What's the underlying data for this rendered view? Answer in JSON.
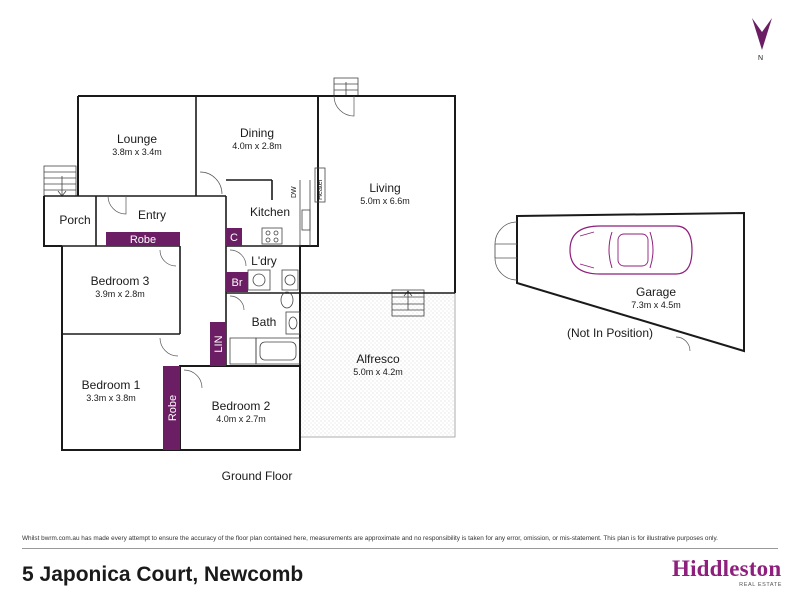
{
  "rooms": {
    "lounge": {
      "name": "Lounge",
      "dims": "3.8m x 3.4m"
    },
    "dining": {
      "name": "Dining",
      "dims": "4.0m x 2.8m"
    },
    "living": {
      "name": "Living",
      "dims": "5.0m x 6.6m"
    },
    "porch": {
      "name": "Porch"
    },
    "entry": {
      "name": "Entry"
    },
    "kitchen": {
      "name": "Kitchen"
    },
    "laundry": {
      "name": "L'dry"
    },
    "bedroom3": {
      "name": "Bedroom 3",
      "dims": "3.9m x 2.8m"
    },
    "bath": {
      "name": "Bath"
    },
    "alfresco": {
      "name": "Alfresco",
      "dims": "5.0m x 4.2m"
    },
    "bedroom1": {
      "name": "Bedroom 1",
      "dims": "3.3m x 3.8m"
    },
    "bedroom2": {
      "name": "Bedroom 2",
      "dims": "4.0m x 2.7m"
    },
    "garage": {
      "name": "Garage",
      "dims": "7.3m x 4.5m",
      "note": "(Not In Position)"
    }
  },
  "storage": {
    "robe_top": "Robe",
    "robe_side": "Robe",
    "cupboard": "C",
    "broom": "Br",
    "linen": "LIN"
  },
  "fixtures": {
    "dishwasher": "DW",
    "heater": "Heater"
  },
  "compass": {
    "label": "N"
  },
  "floor_label": "Ground Floor",
  "disclaimer": "Whilst bwrm.com.au has made every attempt to ensure the accuracy of the floor plan contained here, measurements are approximate and no responsibility is taken for any error, omission, or mis-statement. This plan is for illustrative purposes only.",
  "address": "5 Japonica Court, Newcomb",
  "logo": {
    "main": "Hiddleston",
    "sub": "REAL ESTATE"
  },
  "colors": {
    "accent_purple": "#6b1e63",
    "brand_purple": "#8e1f7c",
    "wall": "#1a1a1a"
  }
}
